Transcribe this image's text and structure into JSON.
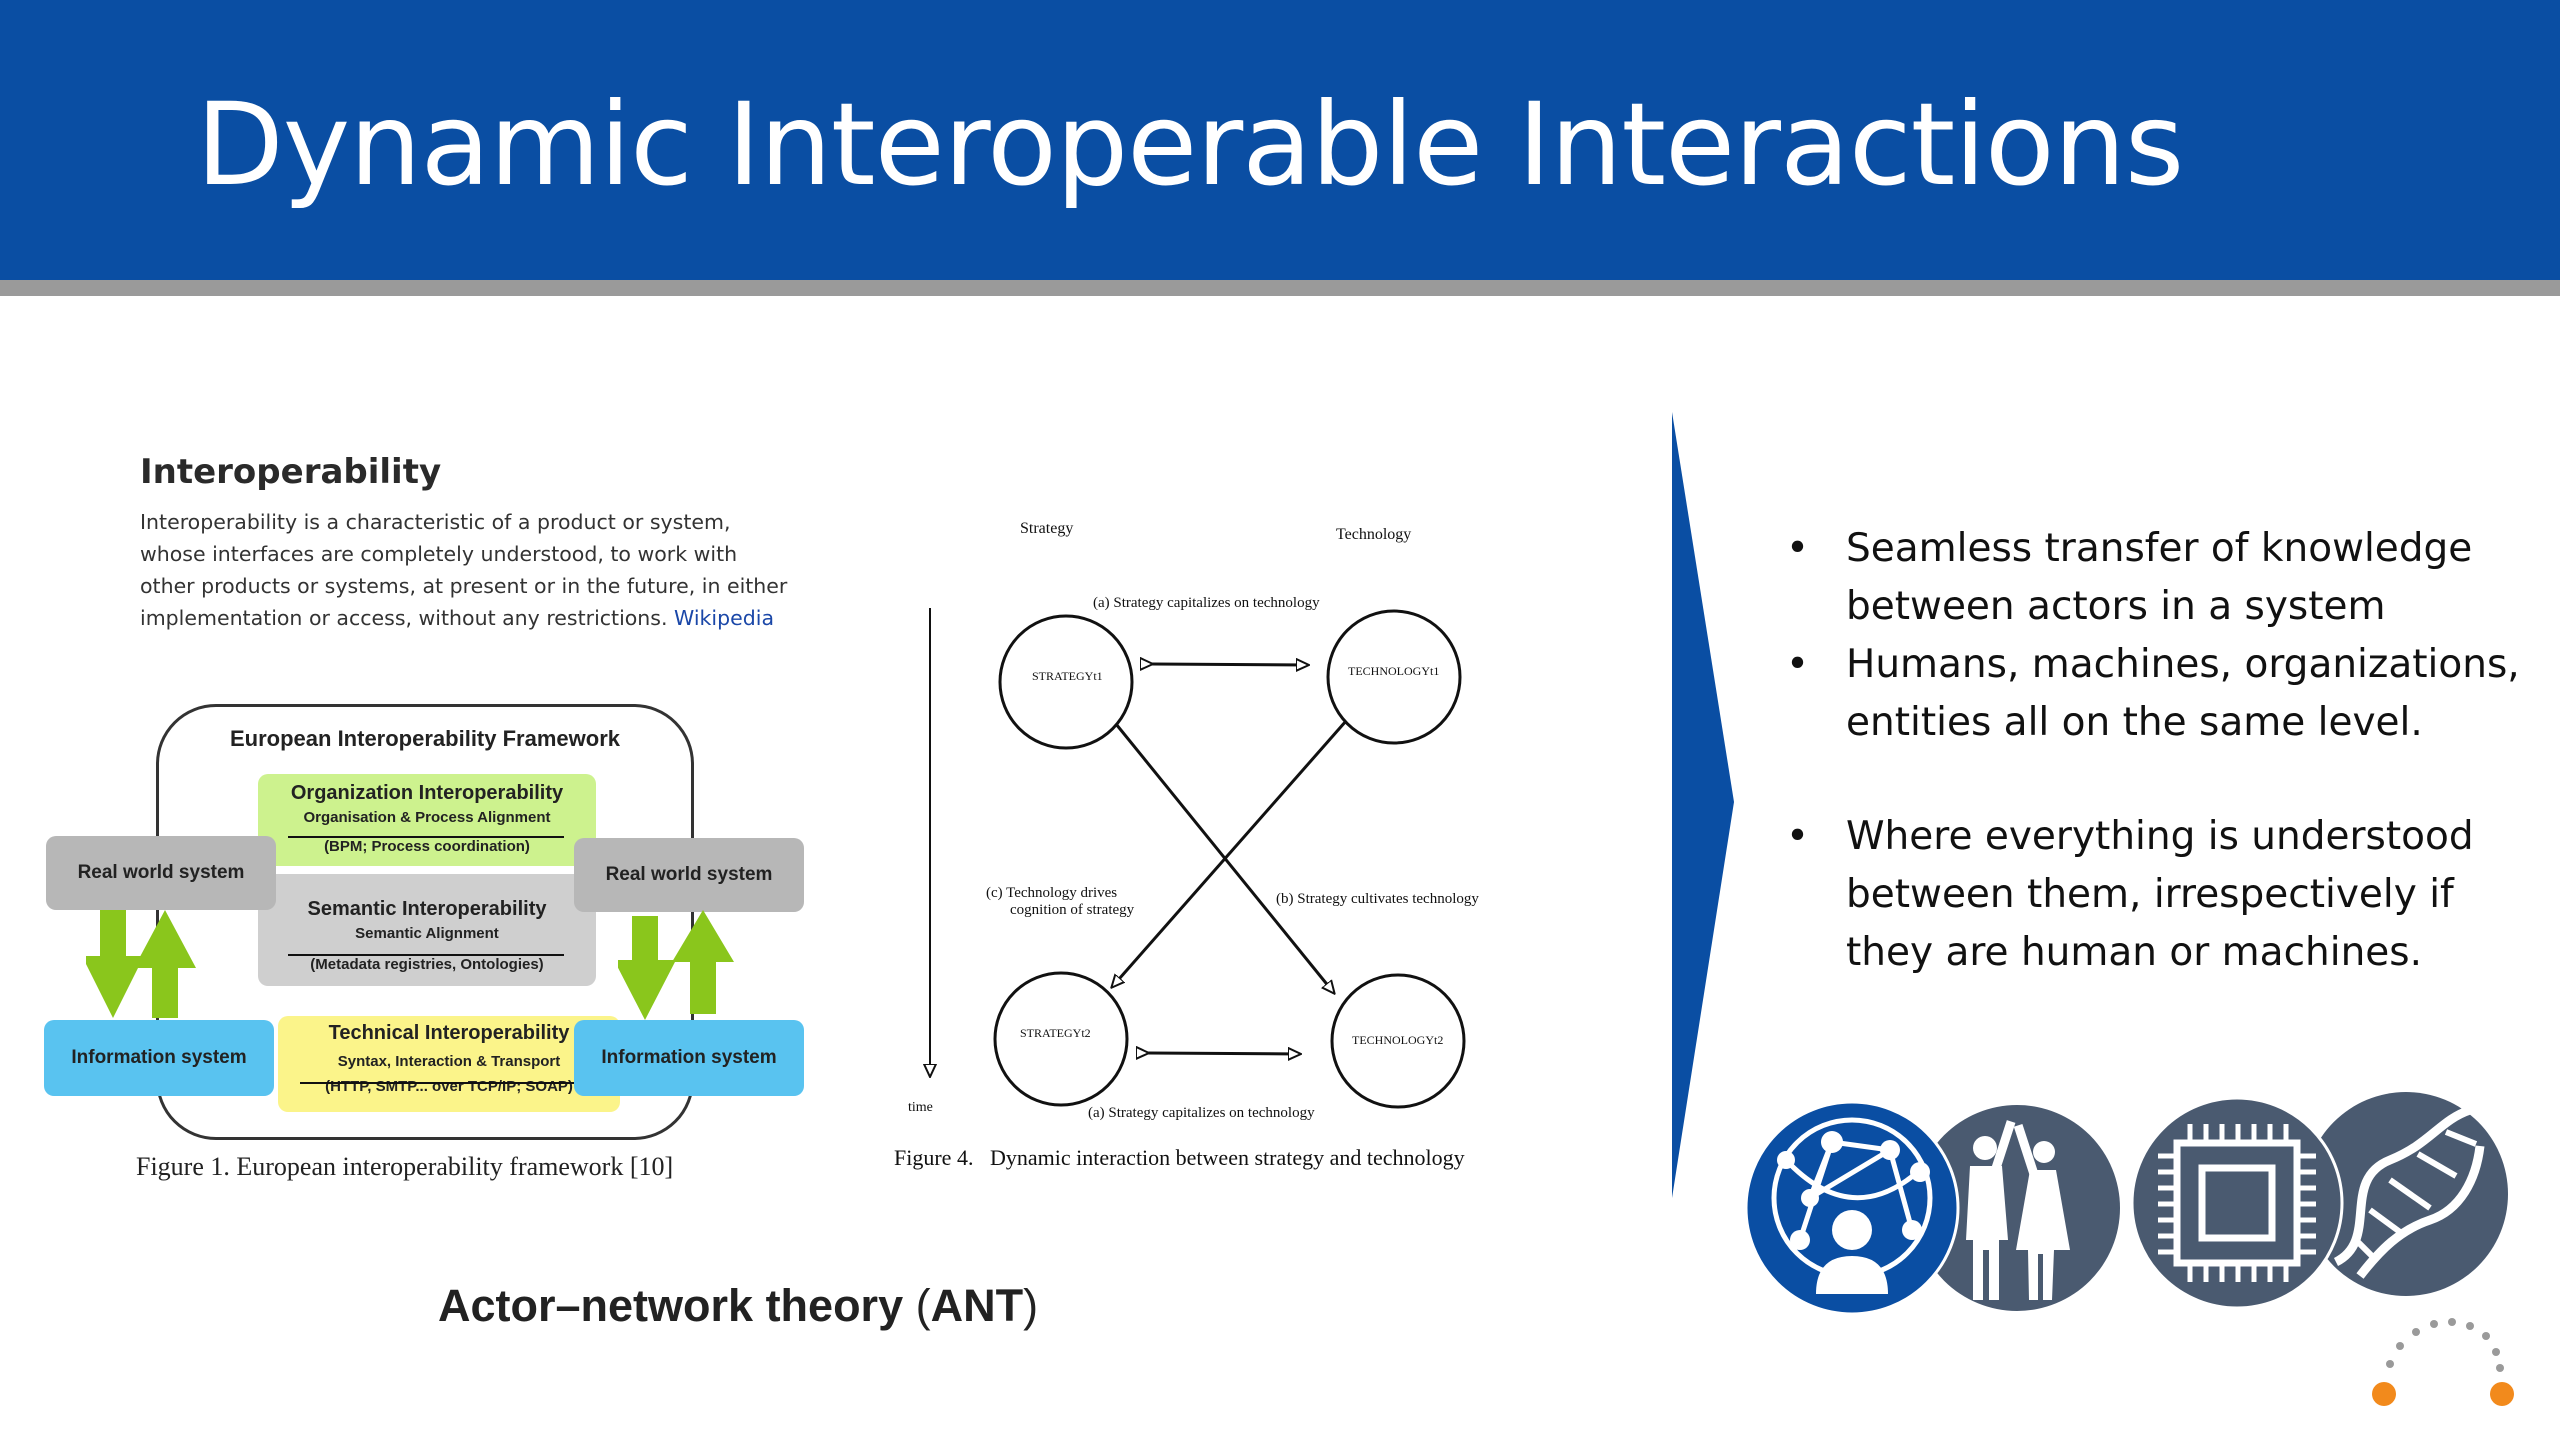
{
  "slide": {
    "title": "Dynamic Interoperable Interactions"
  },
  "definition": {
    "heading": "Interoperability",
    "body": "Interoperability is a characteristic of a product or system, whose interfaces are completely understood, to work with other products or systems, at present or in the future, in either implementation or access, without any restrictions.",
    "source_link": "Wikipedia"
  },
  "eif": {
    "title": "European Interoperability Framework",
    "organization": {
      "label": "Organization Interoperability",
      "sub": "Organisation & Process Alignment",
      "detail": "(BPM; Process coordination)"
    },
    "semantic": {
      "label": "Semantic Interoperability",
      "sub": "Semantic Alignment",
      "detail": "(Metadata registries, Ontologies)"
    },
    "technical": {
      "label": "Technical Interoperability",
      "sub": "Syntax, Interaction & Transport",
      "detail": "(HTTP, SMTP... over TCP/IP; SOAP)"
    },
    "real_world_left": "Real world system",
    "real_world_right": "Real world system",
    "info_left": "Information system",
    "info_right": "Information system",
    "caption": "Figure 1. European interoperability framework [10]"
  },
  "figure4": {
    "strategy_header": "Strategy",
    "technology_header": "Technology",
    "top_label": "(a) Strategy capitalizes on technology",
    "strategy_t1": "STRATEGYt1",
    "technology_t1": "TECHNOLOGYt1",
    "strategy_t2": "STRATEGYt2",
    "technology_t2": "TECHNOLOGYt2",
    "left_label_1": "(c) Technology drives",
    "left_label_2": "cognition of strategy",
    "right_label": "(b) Strategy cultivates technology",
    "bottom_label": "(a) Strategy capitalizes on technology",
    "time_label": "time",
    "caption_prefix": "Figure 4.",
    "caption_text": "Dynamic interaction between strategy and technology"
  },
  "ant": {
    "label": "Actor–network theory",
    "open_paren": "(",
    "abbr": "ANT",
    "close_paren": ")"
  },
  "bullets": [
    "Seamless transfer of knowledge between actors in a system",
    "Humans, machines, organizations, entities all on the same level.",
    "Where everything is understood between them, irrespectively if they are human or machines."
  ],
  "bullet_glyph": "•",
  "icons": [
    {
      "name": "network-person-icon",
      "color": "#0a4ea3"
    },
    {
      "name": "two-people-icon",
      "color": "#4a5a70"
    },
    {
      "name": "chip-icon",
      "color": "#4a5a70"
    },
    {
      "name": "dna-icon",
      "color": "#4a5a70"
    }
  ],
  "colors": {
    "header": "#0a4ea3",
    "rule": "#9a9a9a",
    "accent_orange": "#f28a1c"
  }
}
